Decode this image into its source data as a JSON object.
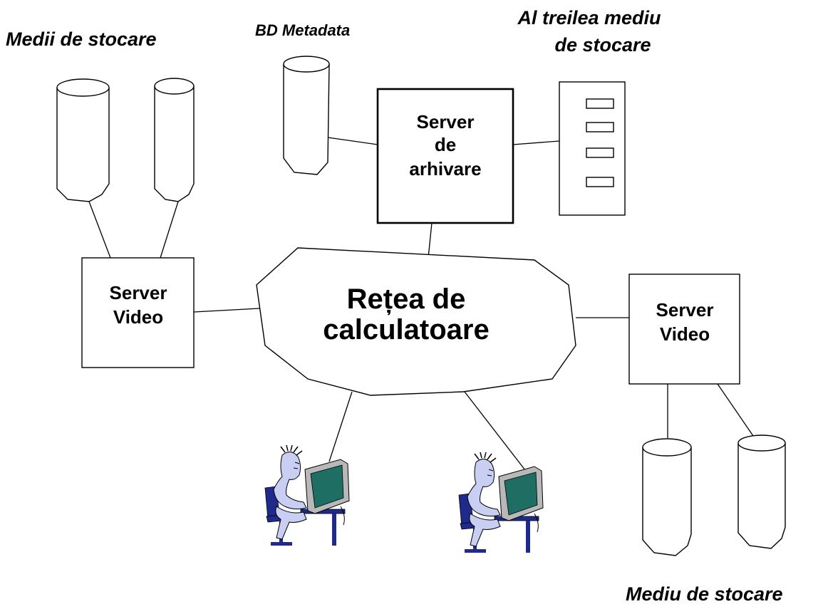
{
  "labels": {
    "storage_left": "Medii de stocare",
    "metadata_db": "BD Metadata",
    "third_storage_line1": "Al treilea mediu",
    "third_storage_line2": "de stocare",
    "archive_server_line1": "Server",
    "archive_server_line2": "de",
    "archive_server_line3": "arhivare",
    "video_server_left_line1": "Server",
    "video_server_left_line2": "Video",
    "video_server_right_line1": "Server",
    "video_server_right_line2": "Video",
    "network_line1": "Rețea de",
    "network_line2": "calculatoare",
    "storage_right": "Mediu de stocare"
  },
  "colors": {
    "screen": "#1e6e64",
    "monitor": "#b8b8b8",
    "person": "#c8cff2",
    "chair": "#1f2a8a",
    "line": "#000000"
  }
}
